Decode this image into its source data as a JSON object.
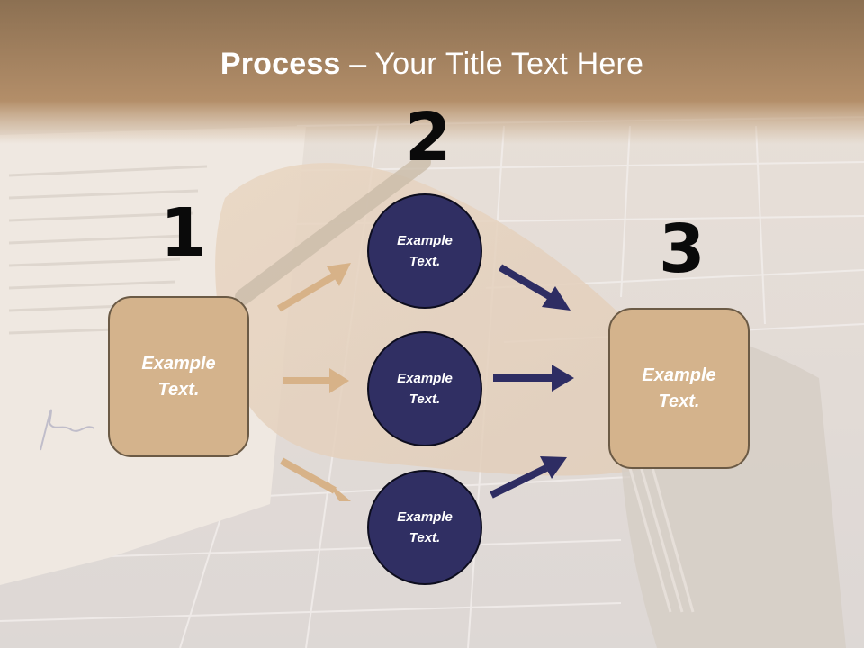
{
  "title": {
    "bold": "Process",
    "rest": " – Your Title Text Here"
  },
  "steps": {
    "one": {
      "number": "1",
      "label_line1": "Example",
      "label_line2": "Text."
    },
    "two": {
      "number": "2"
    },
    "three": {
      "number": "3",
      "label_line1": "Example",
      "label_line2": "Text."
    }
  },
  "circles": [
    {
      "label_line1": "Example",
      "label_line2": "Text."
    },
    {
      "label_line1": "Example",
      "label_line2": "Text."
    },
    {
      "label_line1": "Example",
      "label_line2": "Text."
    }
  ],
  "colors": {
    "title_band": "#a27f5c",
    "box_fill": "#d4b38c",
    "circle_fill": "#302f63",
    "left_arrow": "#d7b288",
    "right_arrow": "#2e2d63"
  },
  "icons": {
    "left_arrows": "arrow-right-icon",
    "right_arrows": "arrow-right-icon"
  }
}
